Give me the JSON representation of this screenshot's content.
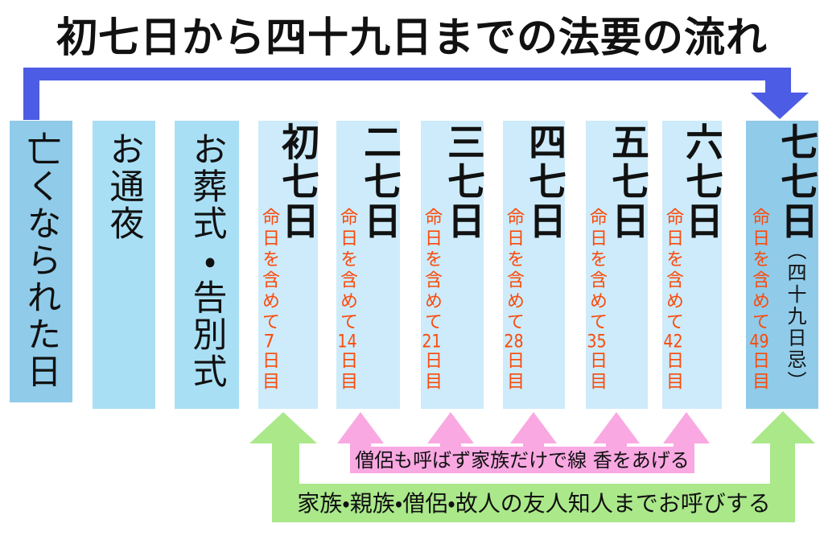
{
  "title": "初七日から四十九日までの法要の流れ",
  "stages": [
    {
      "label": "亡くなられた日"
    },
    {
      "label": "お通夜"
    },
    {
      "label": "お葬式・告別式"
    },
    {
      "label": "初七日",
      "note_prefix": "命日を含めて",
      "note_number": "7",
      "note_suffix": "日目"
    },
    {
      "label": "二七日",
      "note_prefix": "命日を含めて",
      "note_number": "14",
      "note_suffix": "日目"
    },
    {
      "label": "三七日",
      "note_prefix": "命日を含めて",
      "note_number": "21",
      "note_suffix": "日目"
    },
    {
      "label": "四七日",
      "note_prefix": "命日を含めて",
      "note_number": "28",
      "note_suffix": "日目"
    },
    {
      "label": "五七日",
      "note_prefix": "命日を含めて",
      "note_number": "35",
      "note_suffix": "日目"
    },
    {
      "label": "六七日",
      "note_prefix": "命日を含めて",
      "note_number": "42",
      "note_suffix": "日目"
    },
    {
      "label": "七七日",
      "label_sub": "（四十九日忌）",
      "note_prefix": "命日を含めて",
      "note_number": "49",
      "note_suffix": "日目"
    }
  ],
  "banners": {
    "pink": "僧侶も呼ばず家族だけで線 香をあげる",
    "green": "家族・親族・僧侶・故人の友人知人までお呼びする"
  },
  "colors": {
    "column_dark": "#90CBE9",
    "column_mid": "#A9DFF5",
    "column_light": "#CDEBFA",
    "flow_arrow": "#4C5CE4",
    "pink": "#F9A8E2",
    "green": "#AAE88A",
    "note_orange": "#FB4A0A",
    "text": "#111111"
  }
}
